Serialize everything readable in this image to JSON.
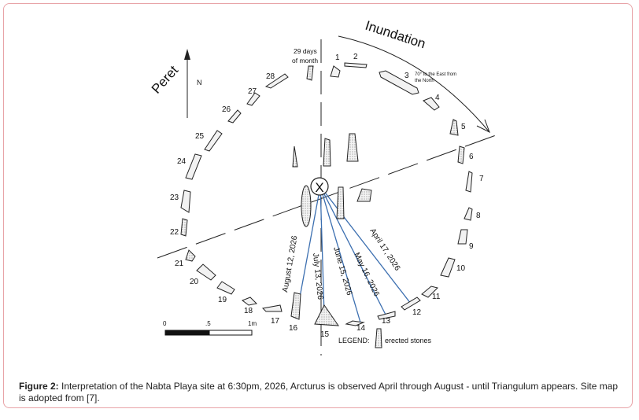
{
  "figure": {
    "caption_label": "Figure 2:",
    "caption_text": " Interpretation of the Nabta Playa site at 6:30pm, 2026, Arcturus is observed April through August - until Triangulum appears. Site map is adopted from [7].",
    "season_inundation": "Inundation",
    "season_peret": "Peret",
    "north_label": "N",
    "days_label_1": "29 days",
    "days_label_2": "of month",
    "east_note_1": "70° to the East from",
    "east_note_2": "the North",
    "center_mark": "X",
    "legend_label": "LEGEND:",
    "legend_text": "erected stones",
    "scale_labels": [
      "0",
      ".5",
      "1m"
    ],
    "stones": [
      {
        "num": "1"
      },
      {
        "num": "2"
      },
      {
        "num": "3"
      },
      {
        "num": "4"
      },
      {
        "num": "5"
      },
      {
        "num": "6"
      },
      {
        "num": "7"
      },
      {
        "num": "8"
      },
      {
        "num": "9"
      },
      {
        "num": "10"
      },
      {
        "num": "11"
      },
      {
        "num": "12"
      },
      {
        "num": "13"
      },
      {
        "num": "14"
      },
      {
        "num": "15"
      },
      {
        "num": "16"
      },
      {
        "num": "17"
      },
      {
        "num": "18"
      },
      {
        "num": "19"
      },
      {
        "num": "20"
      },
      {
        "num": "21"
      },
      {
        "num": "22"
      },
      {
        "num": "23"
      },
      {
        "num": "24"
      },
      {
        "num": "25"
      },
      {
        "num": "26"
      },
      {
        "num": "27"
      },
      {
        "num": "28"
      }
    ],
    "sight_lines": [
      {
        "date": "April 17, 2026"
      },
      {
        "date": "May 16, 2026"
      },
      {
        "date": "June 15, 2026"
      },
      {
        "date": "July 13, 2026"
      },
      {
        "date": "August 12, 2026"
      }
    ],
    "colors": {
      "sight_line": "#3c6fb0",
      "border": "#e8a3a7",
      "stone_fill": "#f2f2f2",
      "ink": "#111111"
    }
  }
}
